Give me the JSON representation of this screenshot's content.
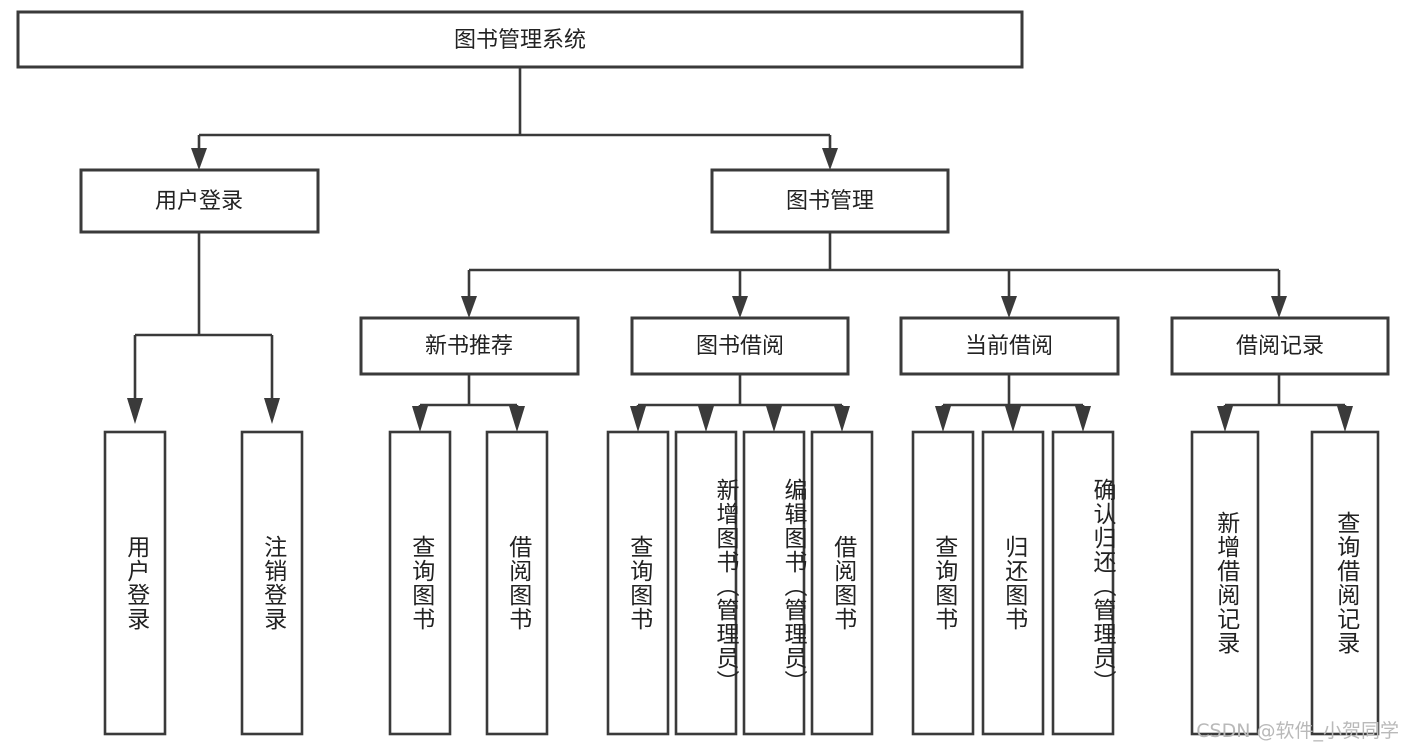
{
  "diagram": {
    "type": "tree-hierarchy-flowchart",
    "title": "图书管理系统",
    "colors": {
      "background": "#ffffff",
      "box_fill": "#ffffff",
      "box_stroke": "#3a3a3a",
      "connector": "#3a3a3a",
      "text": "#222222",
      "watermark": "#b9b9b9"
    },
    "root": {
      "label": "图书管理系统"
    },
    "level2": [
      {
        "label": "用户登录"
      },
      {
        "label": "图书管理"
      }
    ],
    "level3": [
      {
        "label": "新书推荐"
      },
      {
        "label": "图书借阅"
      },
      {
        "label": "当前借阅"
      },
      {
        "label": "借阅记录"
      }
    ],
    "leaves": {
      "user_login": [
        {
          "label": "用户登录"
        },
        {
          "label": "注销登录"
        }
      ],
      "new_book_recommend": [
        {
          "label": "查询图书"
        },
        {
          "label": "借阅图书"
        }
      ],
      "book_borrow": [
        {
          "label": "查询图书"
        },
        {
          "label": "新增图书（管理员）"
        },
        {
          "label": "编辑图书（管理员）"
        },
        {
          "label": "借阅图书"
        }
      ],
      "current_borrow": [
        {
          "label": "查询图书"
        },
        {
          "label": "归还图书"
        },
        {
          "label": "确认归还（管理员）"
        }
      ],
      "borrow_record": [
        {
          "label": "新增借阅记录"
        },
        {
          "label": "查询借阅记录"
        }
      ]
    },
    "watermark": "CSDN @软件_小贺同学"
  }
}
